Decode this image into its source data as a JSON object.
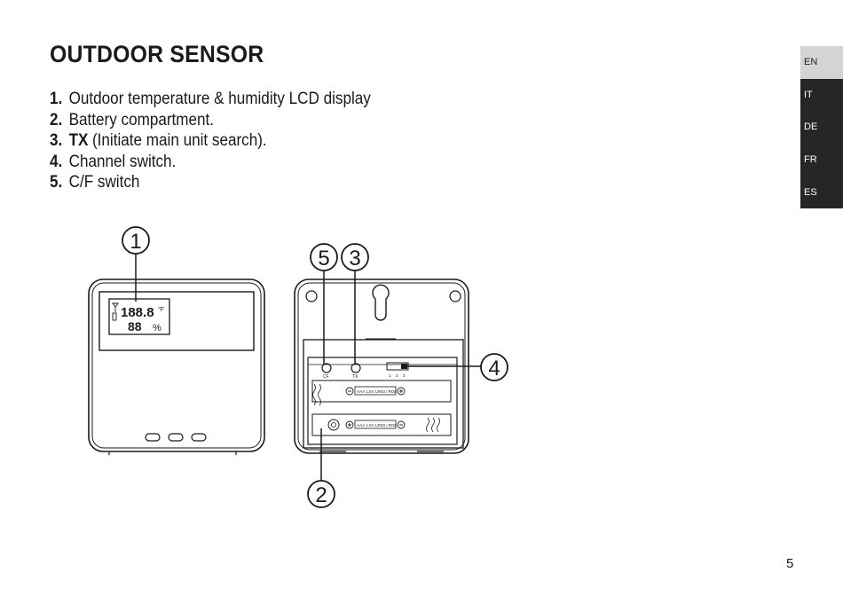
{
  "section": {
    "title": "OUTDOOR SENSOR",
    "items": [
      {
        "number": "1.",
        "bold": "",
        "text": "Outdoor temperature & humidity LCD display"
      },
      {
        "number": "2.",
        "bold": "",
        "text": "Battery compartment."
      },
      {
        "number": "3.",
        "bold": "TX",
        "text": "(Initiate main unit search)."
      },
      {
        "number": "4.",
        "bold": "",
        "text": "Channel switch."
      },
      {
        "number": "5.",
        "bold": "",
        "text": "C/F switch"
      }
    ]
  },
  "languages": {
    "tabs": [
      "EN",
      "IT",
      "DE",
      "FR",
      "ES"
    ],
    "active": "EN"
  },
  "figure": {
    "callouts": [
      "1",
      "5",
      "3",
      "4",
      "2"
    ],
    "lcd": {
      "temperature": "188.8",
      "unit": "°F",
      "humidity": "88",
      "humidity_unit": "%"
    },
    "switch_labels": {
      "cf": "CF",
      "tx": "TX",
      "channels": [
        "1",
        "2",
        "3"
      ]
    },
    "battery_label": "AAA 1.5V LR03 / R03"
  },
  "page_number": "5"
}
